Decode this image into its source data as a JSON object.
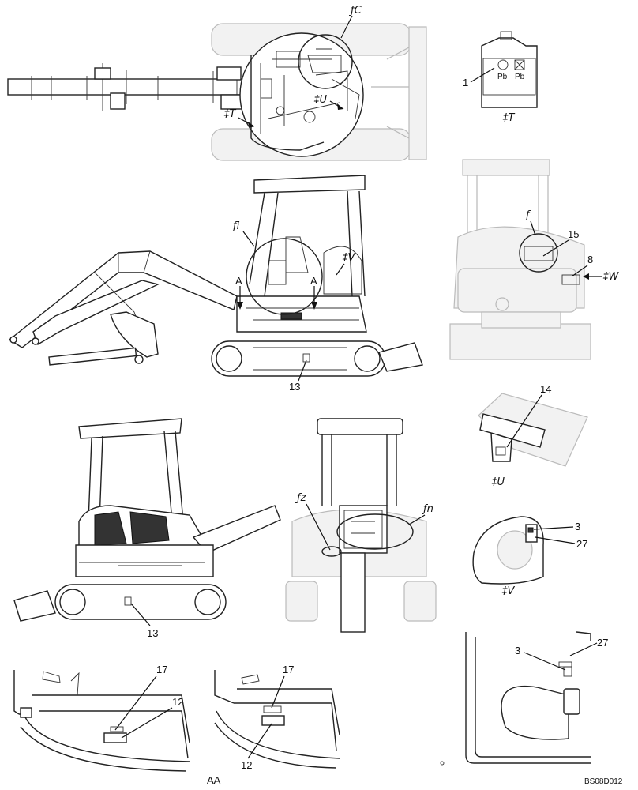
{
  "callouts": {
    "c1": "1",
    "c3a": "3",
    "c3b": "3",
    "c8": "8",
    "c12a": "12",
    "c12b": "12",
    "c13a": "13",
    "c13b": "13",
    "c14": "14",
    "c15": "15",
    "c17a": "17",
    "c17b": "17",
    "c27a": "27",
    "c27b": "27"
  },
  "views": {
    "fC": "ƒC",
    "fT_top": "‡T",
    "fU_top": "‡U",
    "fT_caption": "‡T",
    "fi": "ƒi",
    "fV_side": "‡V",
    "f_rear": "ƒ",
    "fW": "‡W",
    "fU_caption": "‡U",
    "fz": "ƒz",
    "fn": "ƒn",
    "fV_caption": "‡V",
    "A_left": "A",
    "A_right": "A",
    "AA": "AA"
  },
  "battery_labels": {
    "pb1": "Pb",
    "pb2": "Pb"
  },
  "drawing_code": "BS08D012"
}
